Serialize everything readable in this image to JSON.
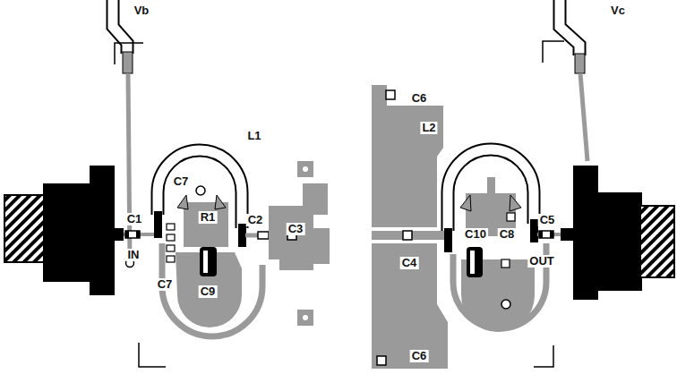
{
  "diagram": {
    "labels": [
      "Vb",
      "Vc",
      "C6",
      "L1",
      "L2",
      "C7",
      "R1",
      "C1",
      "C2",
      "C3",
      "C10",
      "C8",
      "C5",
      "IN",
      "C4",
      "OUT",
      "C7",
      "C9",
      "C6"
    ]
  }
}
